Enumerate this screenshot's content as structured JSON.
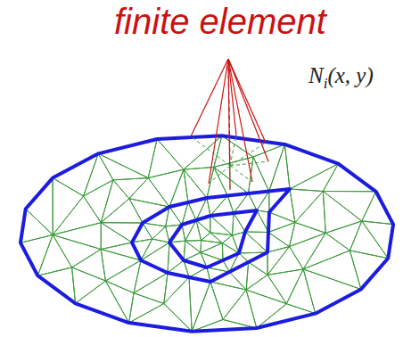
{
  "diagram": {
    "title": "finite element",
    "labels": [
      "N",
      "i",
      "(x, y)"
    ]
  }
}
